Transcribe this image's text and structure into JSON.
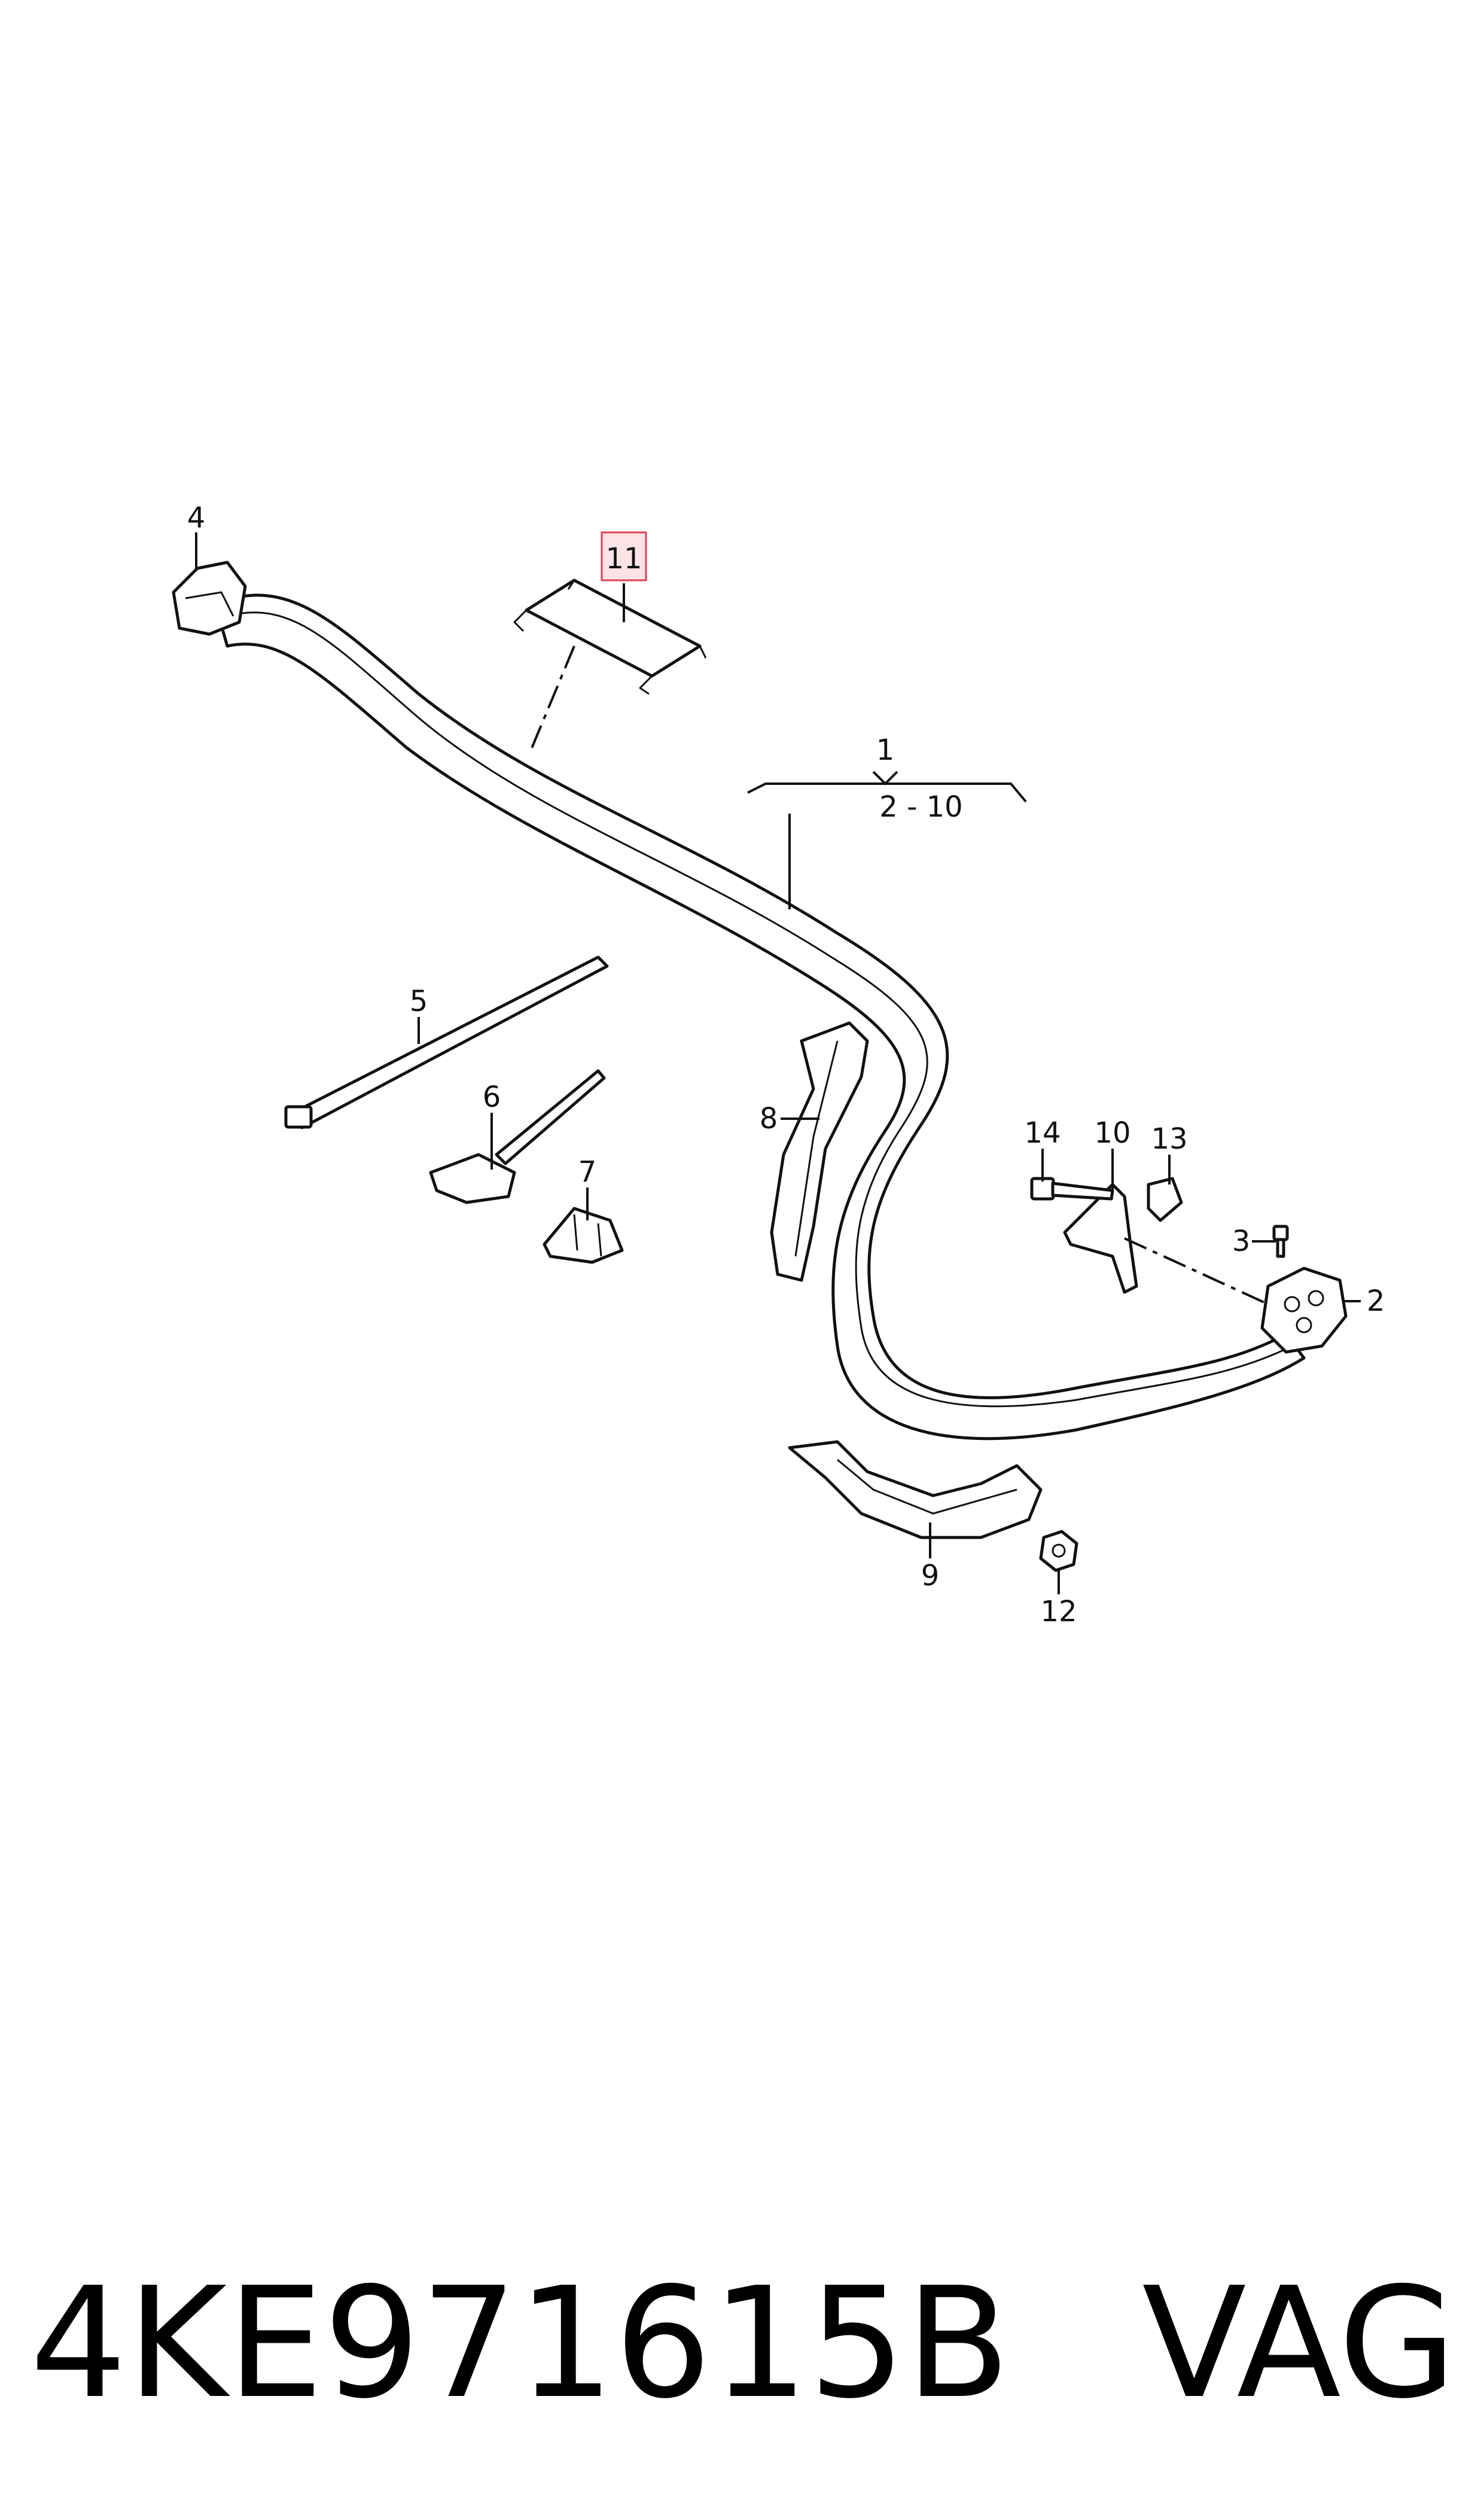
{
  "diagram": {
    "callouts": {
      "n1": "1",
      "range": "2 - 10",
      "n2": "2",
      "n3": "3",
      "n4": "4",
      "n5": "5",
      "n6": "6",
      "n7": "7",
      "n8": "8",
      "n9": "9",
      "n10": "10",
      "n11": "11",
      "n12": "12",
      "n13": "13",
      "n14": "14"
    },
    "highlighted_callout": "11",
    "highlight_color": "#e0405a"
  },
  "footer": {
    "part_number": "4KE971615B",
    "brand": "VAG"
  }
}
